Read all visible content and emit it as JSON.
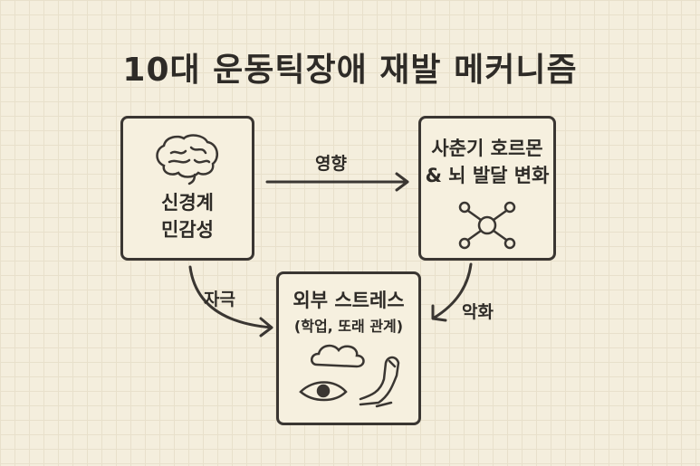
{
  "title": "10대 운동틱장애 재발 메커니즘",
  "nodes": {
    "neural": {
      "line1": "신경계",
      "line2": "민감성"
    },
    "hormone": {
      "line1": "사춘기 호르몬",
      "line2": "& 뇌 발달 변화"
    },
    "stress": {
      "line1": "외부 스트레스",
      "line2": "(학업, 또래 관계)"
    }
  },
  "edges": {
    "influence": "영향",
    "stimulus": "자극",
    "worsen": "악화"
  }
}
